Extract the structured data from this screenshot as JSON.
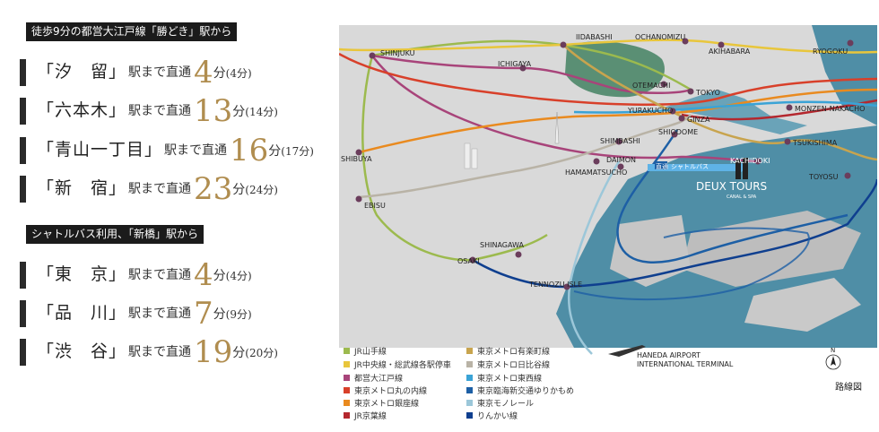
{
  "section1": {
    "title": "徒歩9分の都営大江戸線「勝どき」駅から",
    "routes": [
      {
        "station": "「汐　留」",
        "suffix": "駅まで直通",
        "minutes": "4",
        "unit": "分",
        "alt": "(4分)"
      },
      {
        "station": "「六本木」",
        "suffix": "駅まで直通",
        "minutes": "13",
        "unit": "分",
        "alt": "(14分)"
      },
      {
        "station": "「青山一丁目」",
        "suffix": "駅まで直通",
        "minutes": "16",
        "unit": "分",
        "alt": "(17分)"
      },
      {
        "station": "「新　宿」",
        "suffix": "駅まで直通",
        "minutes": "23",
        "unit": "分",
        "alt": "(24分)"
      }
    ]
  },
  "section2": {
    "title": "シャトルバス利用、「新橋」駅から",
    "routes": [
      {
        "station": "「東　京」",
        "suffix": "駅まで直通",
        "minutes": "4",
        "unit": "分",
        "alt": "(4分)"
      },
      {
        "station": "「品　川」",
        "suffix": "駅まで直通",
        "minutes": "7",
        "unit": "分",
        "alt": "(9分)"
      },
      {
        "station": "「渋　谷」",
        "suffix": "駅まで直通",
        "minutes": "19",
        "unit": "分",
        "alt": "(20分)"
      }
    ]
  },
  "map": {
    "stations": {
      "shinjuku": "SHINJUKU",
      "iidabashi": "IIDABASHI",
      "ochanomizu": "OCHANOMIZU",
      "akihabara": "AKIHABARA",
      "ryogoku": "RYOGOKU",
      "ichigaya": "ICHIGAYA",
      "otemachi": "OTEMACHI",
      "tokyo": "TOKYO",
      "yurakucho": "YURAKUCHO",
      "monzen": "MONZEN-NAKACHO",
      "ginza": "GINZA",
      "shiodome": "SHIODOME",
      "shimbashi": "SHIMBASHI",
      "tsukishima": "TSUKISHIMA",
      "shibuya": "SHIBUYA",
      "daimon": "DAIMON",
      "hamamatsucho": "HAMAMATSUCHO",
      "kachidoki": "KACHIDOKI",
      "toyosu": "TOYOSU",
      "ebisu": "EBISU",
      "shinagawa": "SHINAGAWA",
      "osaki": "OSAKI",
      "tennozu": "TENNOZU ISLE"
    },
    "bus_label": "シャトルバス",
    "bus_tag": "直通",
    "property_name": "DEUX TOURS",
    "property_sub": "CANAL & SPA",
    "airport_line1": "HANEDA AIRPORT",
    "airport_line2": "INTERNATIONAL TERMINAL",
    "compass": "N",
    "note": "路線図",
    "colors": {
      "water": "#4f8ea6",
      "land": "#d6d6d6",
      "park": "#5a8f74"
    }
  },
  "legend": {
    "col1": [
      {
        "label": "JR山手線",
        "color": "#9cba4e"
      },
      {
        "label": "JR中央線・総武線各駅停車",
        "color": "#e8c63c"
      },
      {
        "label": "都営大江戸線",
        "color": "#a8447a"
      },
      {
        "label": "東京メトロ丸の内線",
        "color": "#d8402a"
      },
      {
        "label": "東京メトロ銀座線",
        "color": "#e98a1f"
      },
      {
        "label": "JR京葉線",
        "color": "#b4272e"
      }
    ],
    "col2": [
      {
        "label": "東京メトロ有楽町線",
        "color": "#c8a44e"
      },
      {
        "label": "東京メトロ日比谷線",
        "color": "#b9b3a6"
      },
      {
        "label": "東京メトロ東西線",
        "color": "#3aa3d6"
      },
      {
        "label": "東京臨海新交通ゆりかもめ",
        "color": "#1d5fa5"
      },
      {
        "label": "東京モノレール",
        "color": "#9cc7d9"
      },
      {
        "label": "りんかい線",
        "color": "#0f3f8f"
      }
    ]
  }
}
